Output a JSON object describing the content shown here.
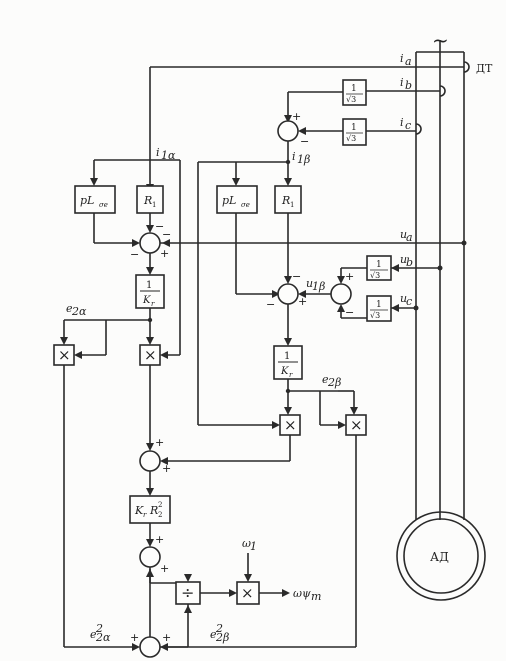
{
  "labels": {
    "tilde": "~",
    "dt": "ДТ",
    "ad": "АД",
    "ia": "i",
    "ia_sub": "a",
    "ib": "i",
    "ib_sub": "b",
    "ic": "i",
    "ic_sub": "c",
    "i1a": "i",
    "i1a_sub": "1α",
    "i1b": "i",
    "i1b_sub": "1β",
    "ua": "u",
    "ua_sub": "a",
    "ub": "u",
    "ub_sub": "b",
    "uc": "u",
    "uc_sub": "c",
    "u1b": "u",
    "u1b_sub": "1β",
    "e2a": "e",
    "e2a_sub": "2α",
    "e2b": "e",
    "e2b_sub": "2β",
    "e2a_sq": "e",
    "e2a_sq_sub": "2α",
    "e2a_sq_sup": "2",
    "e2b_sq": "e",
    "e2b_sq_sub": "2β",
    "e2b_sq_sup": "2",
    "omega1": "ω",
    "omega1_sub": "1",
    "omega_out": "ωψ",
    "omega_out_sub": "m"
  },
  "blocks": {
    "pl_left": "pL",
    "pl_left_sub": "σe",
    "r1_left": "R",
    "r1_left_sub": "1",
    "pl_right": "pL",
    "pl_right_sub": "σe",
    "r1_right": "R",
    "r1_right_sub": "1",
    "sqrt3_num": "1",
    "sqrt3_den": "√3",
    "kr_num": "1",
    "kr_den": "K",
    "kr_den_sub": "r",
    "kr_r2": "K",
    "kr_r2_sub": "r",
    "kr_r2_r": "R",
    "kr_r2_r_sub": "2",
    "kr_r2_r_sup": "2",
    "mult": "×",
    "div": "÷"
  },
  "signs": {
    "plus": "+",
    "minus": "−"
  }
}
